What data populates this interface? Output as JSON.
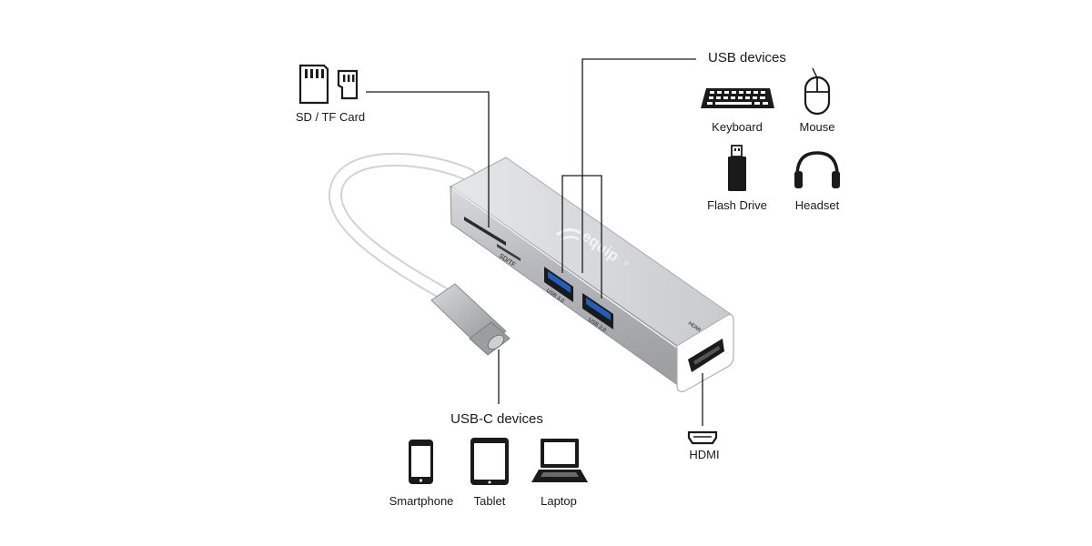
{
  "brand": {
    "name": "equip",
    "reg": "®"
  },
  "port_labels": {
    "card_reader": "SD/TF",
    "usb_a": "USB 3.0",
    "hdmi": "HDMI"
  },
  "groups": {
    "card": {
      "title": "SD / TF Card"
    },
    "usb": {
      "title": "USB devices",
      "items": [
        {
          "label": "Keyboard",
          "icon": "keyboard-icon"
        },
        {
          "label": "Mouse",
          "icon": "mouse-icon"
        },
        {
          "label": "Flash Drive",
          "icon": "flash-drive-icon"
        },
        {
          "label": "Headset",
          "icon": "headset-icon"
        }
      ]
    },
    "usbc": {
      "title": "USB-C devices",
      "items": [
        {
          "label": "Smartphone",
          "icon": "smartphone-icon"
        },
        {
          "label": "Tablet",
          "icon": "tablet-icon"
        },
        {
          "label": "Laptop",
          "icon": "laptop-icon"
        }
      ]
    },
    "hdmi": {
      "title": "HDMI"
    }
  },
  "colors": {
    "hub_body": "#b9babd",
    "hub_top": "#d4d5d8",
    "cable": "#ffffff",
    "usb_blue": "#1f5fbf",
    "line": "#1a1a1a"
  }
}
